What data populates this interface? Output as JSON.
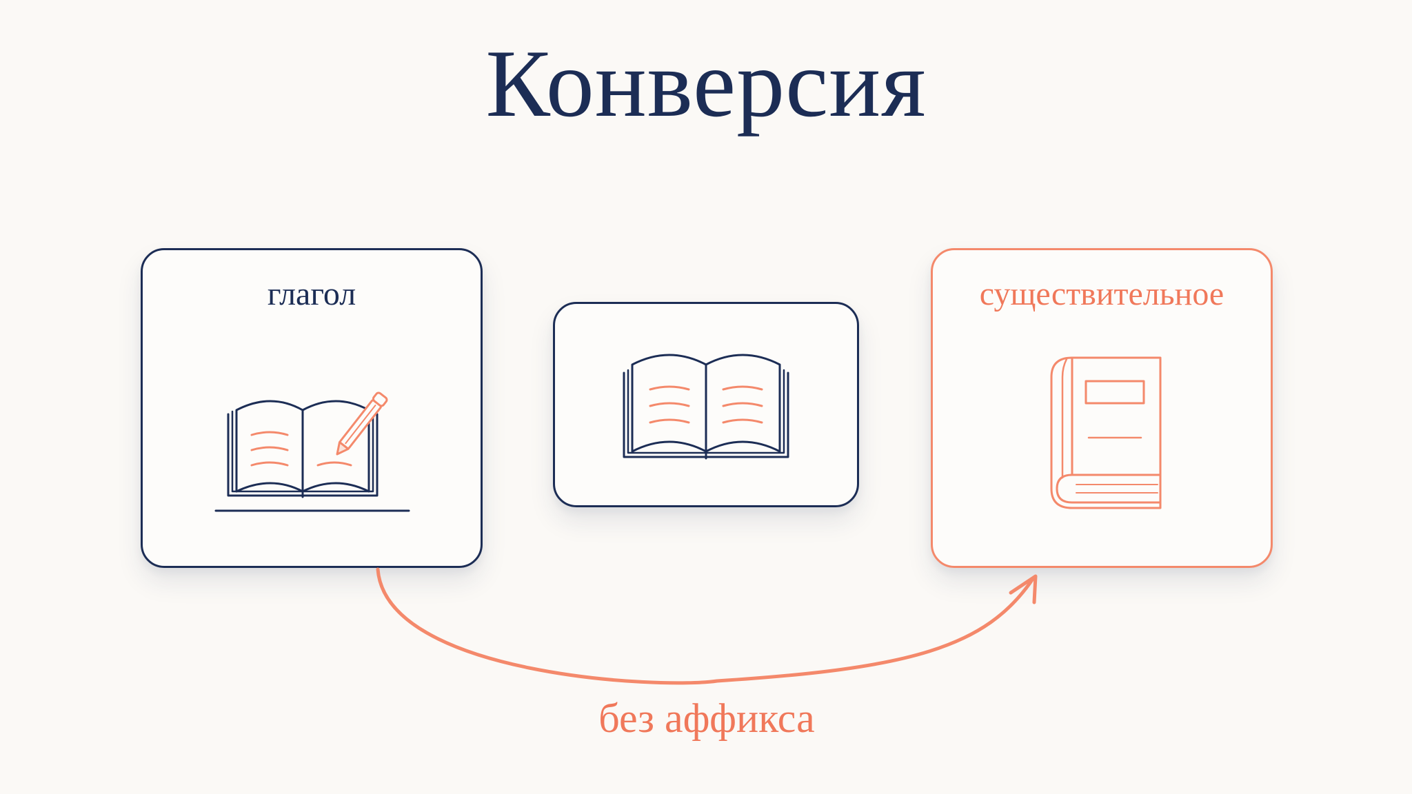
{
  "title": "Конверсия",
  "cards": {
    "verb": {
      "label": "глагол",
      "icon": "open-book-with-pencil-icon"
    },
    "middle": {
      "icon": "open-book-icon"
    },
    "noun": {
      "label": "существительное",
      "icon": "closed-book-icon"
    }
  },
  "arrow": {
    "label": "без аффикса",
    "icon": "curved-arrow-icon"
  },
  "colors": {
    "navy": "#1C2D55",
    "coral": "#F4896B",
    "background": "#FBF9F6"
  }
}
